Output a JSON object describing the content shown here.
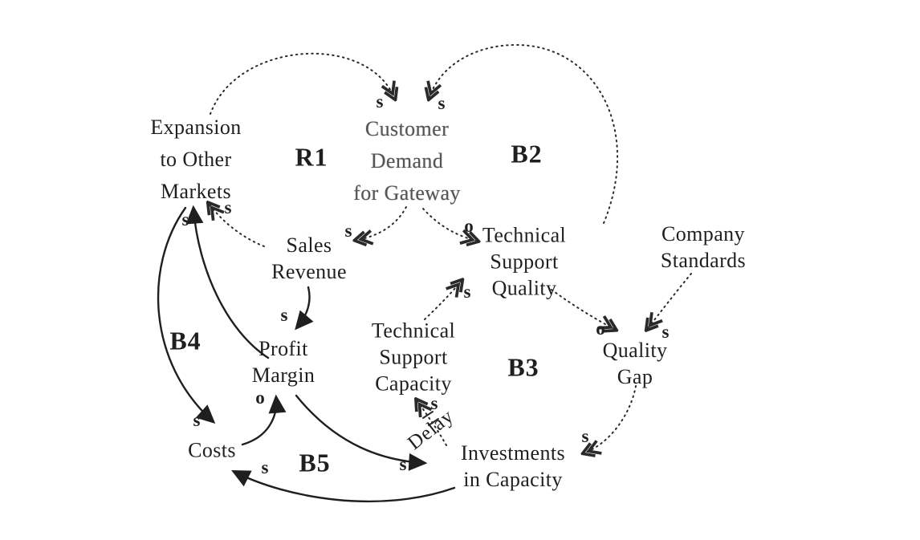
{
  "diagram_type": "causal-loop-diagram",
  "colors": {
    "ink": "#1f1f1f",
    "background": "#ffffff",
    "faded_ink": "#555555"
  },
  "nodes": {
    "expansion": {
      "label": "Expansion\nto Other\nMarkets"
    },
    "customer_demand": {
      "label": "Customer\nDemand\nfor Gateway"
    },
    "sales_revenue": {
      "label": "Sales\nRevenue"
    },
    "tech_support_quality": {
      "label": "Technical\nSupport\nQuality"
    },
    "company_standards": {
      "label": "Company\nStandards"
    },
    "profit_margin": {
      "label": "Profit\nMargin"
    },
    "tech_support_capacity": {
      "label": "Technical\nSupport\nCapacity"
    },
    "quality_gap": {
      "label": "Quality\nGap"
    },
    "costs": {
      "label": "Costs"
    },
    "investments": {
      "label": "Investments\nin Capacity"
    }
  },
  "loops": {
    "r1": "R1",
    "b2": "B2",
    "b3": "B3",
    "b4": "B4",
    "b5": "B5"
  },
  "delay_label": "Delay",
  "edges": [
    {
      "from": "expansion",
      "to": "customer_demand",
      "polarity": "s",
      "style": "dashed"
    },
    {
      "from": "tech_support_quality",
      "to": "customer_demand",
      "polarity": "s",
      "style": "dashed"
    },
    {
      "from": "customer_demand",
      "to": "sales_revenue",
      "polarity": "s",
      "style": "dashed"
    },
    {
      "from": "customer_demand",
      "to": "tech_support_quality",
      "polarity": "o",
      "style": "dashed"
    },
    {
      "from": "sales_revenue",
      "to": "expansion",
      "polarity": "s",
      "style": "dashed"
    },
    {
      "from": "profit_margin",
      "to": "expansion",
      "polarity": "s",
      "style": "solid"
    },
    {
      "from": "sales_revenue",
      "to": "profit_margin",
      "polarity": "s",
      "style": "solid"
    },
    {
      "from": "expansion",
      "to": "costs",
      "polarity": "s",
      "style": "solid"
    },
    {
      "from": "costs",
      "to": "profit_margin",
      "polarity": "o",
      "style": "solid"
    },
    {
      "from": "profit_margin",
      "to": "investments",
      "polarity": "s",
      "style": "solid"
    },
    {
      "from": "investments",
      "to": "costs",
      "polarity": "s",
      "style": "solid"
    },
    {
      "from": "investments",
      "to": "tech_support_capacity",
      "polarity": "s",
      "style": "dashed",
      "delay": true
    },
    {
      "from": "tech_support_capacity",
      "to": "tech_support_quality",
      "polarity": "s",
      "style": "dashed"
    },
    {
      "from": "tech_support_quality",
      "to": "quality_gap",
      "polarity": "o",
      "style": "dashed"
    },
    {
      "from": "company_standards",
      "to": "quality_gap",
      "polarity": "s",
      "style": "dashed"
    },
    {
      "from": "quality_gap",
      "to": "investments",
      "polarity": "s",
      "style": "dashed"
    }
  ]
}
